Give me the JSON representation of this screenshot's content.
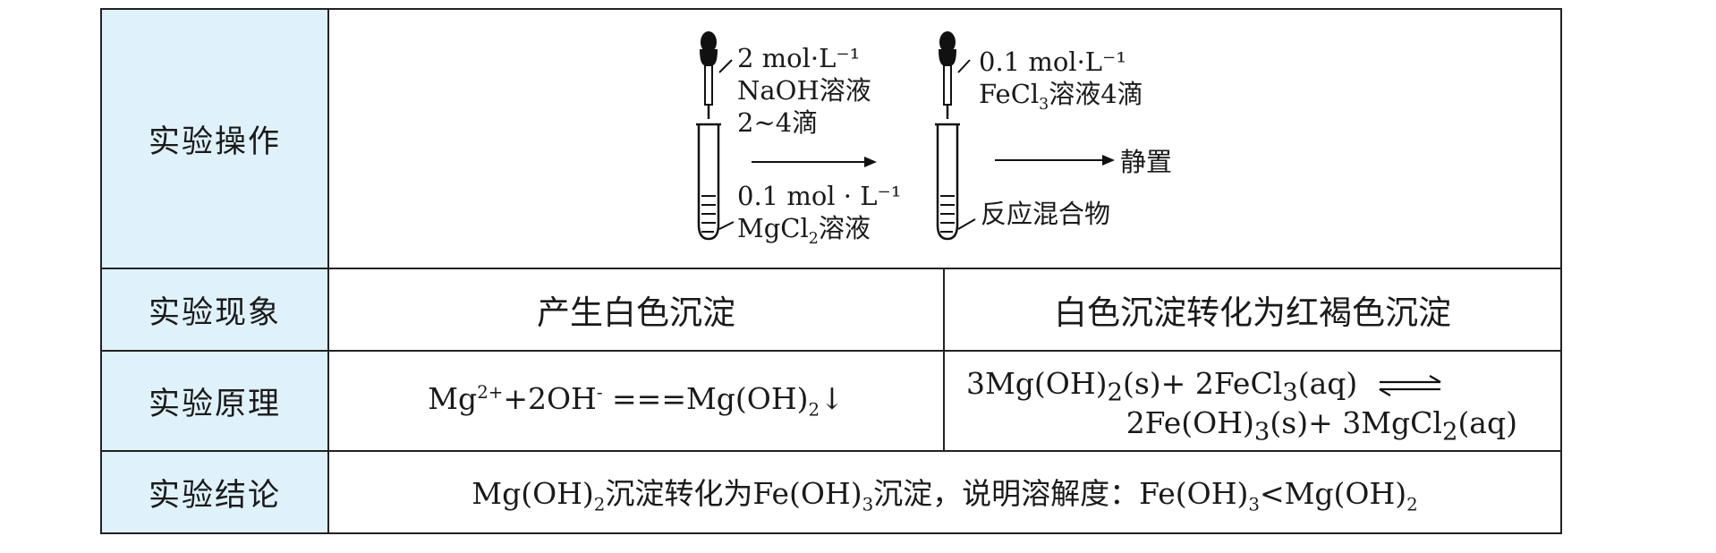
{
  "rows": {
    "operation": {
      "header": "实验操作",
      "step1": {
        "dropper_label_1": "2 mol·L⁻¹",
        "dropper_label_2": "NaOH溶液",
        "dropper_label_3": "2~4滴",
        "tube_label_1": "0.1 mol · L⁻¹",
        "tube_label_2_prefix": "MgCl",
        "tube_label_2_sub": "2",
        "tube_label_2_suffix": "溶液"
      },
      "step2": {
        "dropper_label_1": "0.1 mol·L⁻¹",
        "dropper_label_2_prefix": "FeCl",
        "dropper_label_2_sub": "3",
        "dropper_label_2_suffix": "溶液4滴",
        "tube_label": "反应混合物"
      },
      "final_label": "静置"
    },
    "phenomenon": {
      "header": "实验现象",
      "left": "产生白色沉淀",
      "right": "白色沉淀转化为红褐色沉淀"
    },
    "principle": {
      "header": "实验原理",
      "left": {
        "p1": "Mg",
        "sup1": "2+",
        "p2": "+2OH",
        "sup2": "-",
        "p3": " ===Mg(OH)",
        "sub1": "2",
        "p4": "↓"
      },
      "right_line1": {
        "p1": "3Mg(OH)",
        "sub1": "2",
        "p2": "(s)+ 2FeCl",
        "sub2": "3",
        "p3": "(aq)"
      },
      "right_line2": {
        "p1": "2Fe(OH)",
        "sub1": "3",
        "p2": "(s)+ 3MgCl",
        "sub2": "2",
        "p3": "(aq)"
      }
    },
    "conclusion": {
      "header": "实验结论",
      "p1": "Mg(OH)",
      "sub1": "2",
      "p2": "沉淀转化为Fe(OH)",
      "sub2": "3",
      "p3": "沉淀，说明溶解度：Fe(OH)",
      "sub3": "3",
      "p4": "<Mg(OH)",
      "sub4": "2"
    }
  }
}
